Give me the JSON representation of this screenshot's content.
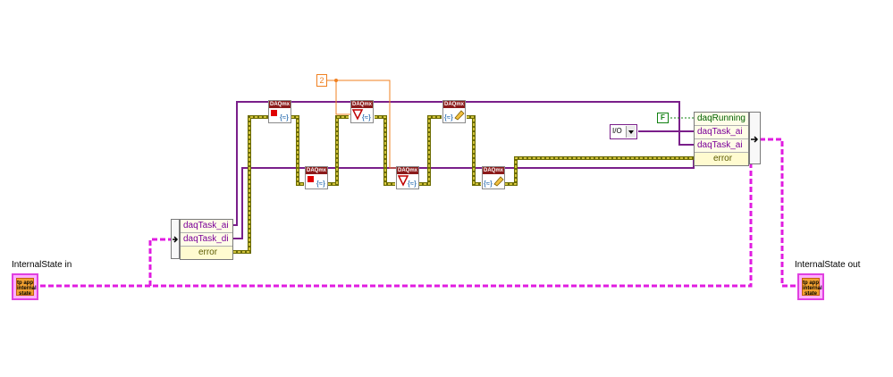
{
  "terminals": {
    "input_label": "InternalState in",
    "output_label": "InternalState out",
    "icon_text": "tp app internal state"
  },
  "unbundle": {
    "rows": [
      "daqTask_ai",
      "daqTask_di",
      "error"
    ]
  },
  "bundle": {
    "rows": [
      "daqRunning",
      "daqTask_ai",
      "daqTask_ai",
      "error"
    ]
  },
  "numeric_constant": "2",
  "boolean_constant": "F",
  "cluster_constant": "I/O",
  "daqmx_nodes": {
    "header": "DAQmx",
    "functions": [
      "stop-task",
      "stop-task",
      "wait-until-done",
      "wait-until-done",
      "clear-task",
      "clear-task"
    ]
  },
  "colors": {
    "cluster_wire": "#e01ce0",
    "refnum_wire": "#7a1f8a",
    "error_wire": "#6b6b00",
    "numeric_wire": "#f08020",
    "boolean_wire": "#108010"
  }
}
